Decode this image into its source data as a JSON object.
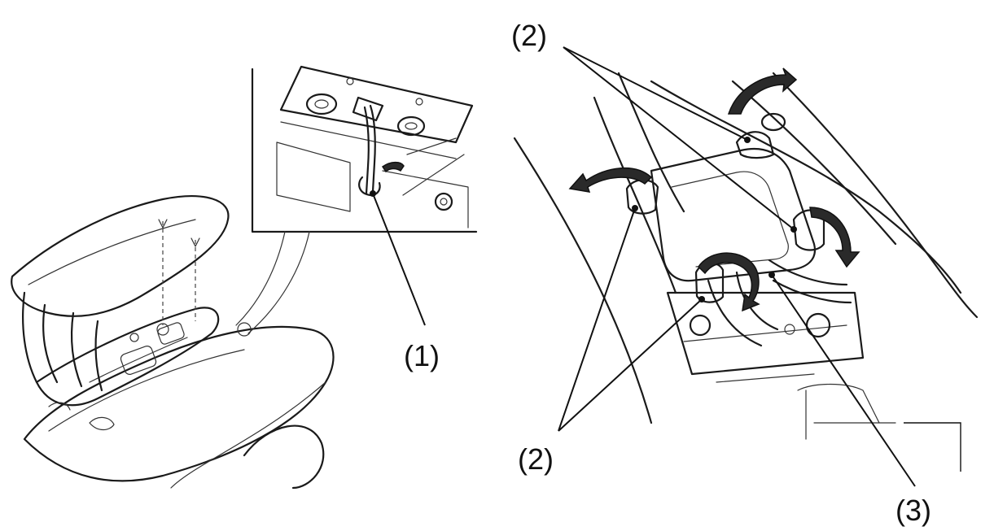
{
  "callouts": {
    "item1": "(1)",
    "item2_top": "(2)",
    "item2_bottom": "(2)",
    "item3": "(3)"
  },
  "colors": {
    "ink": "#111111",
    "background": "#ffffff"
  }
}
